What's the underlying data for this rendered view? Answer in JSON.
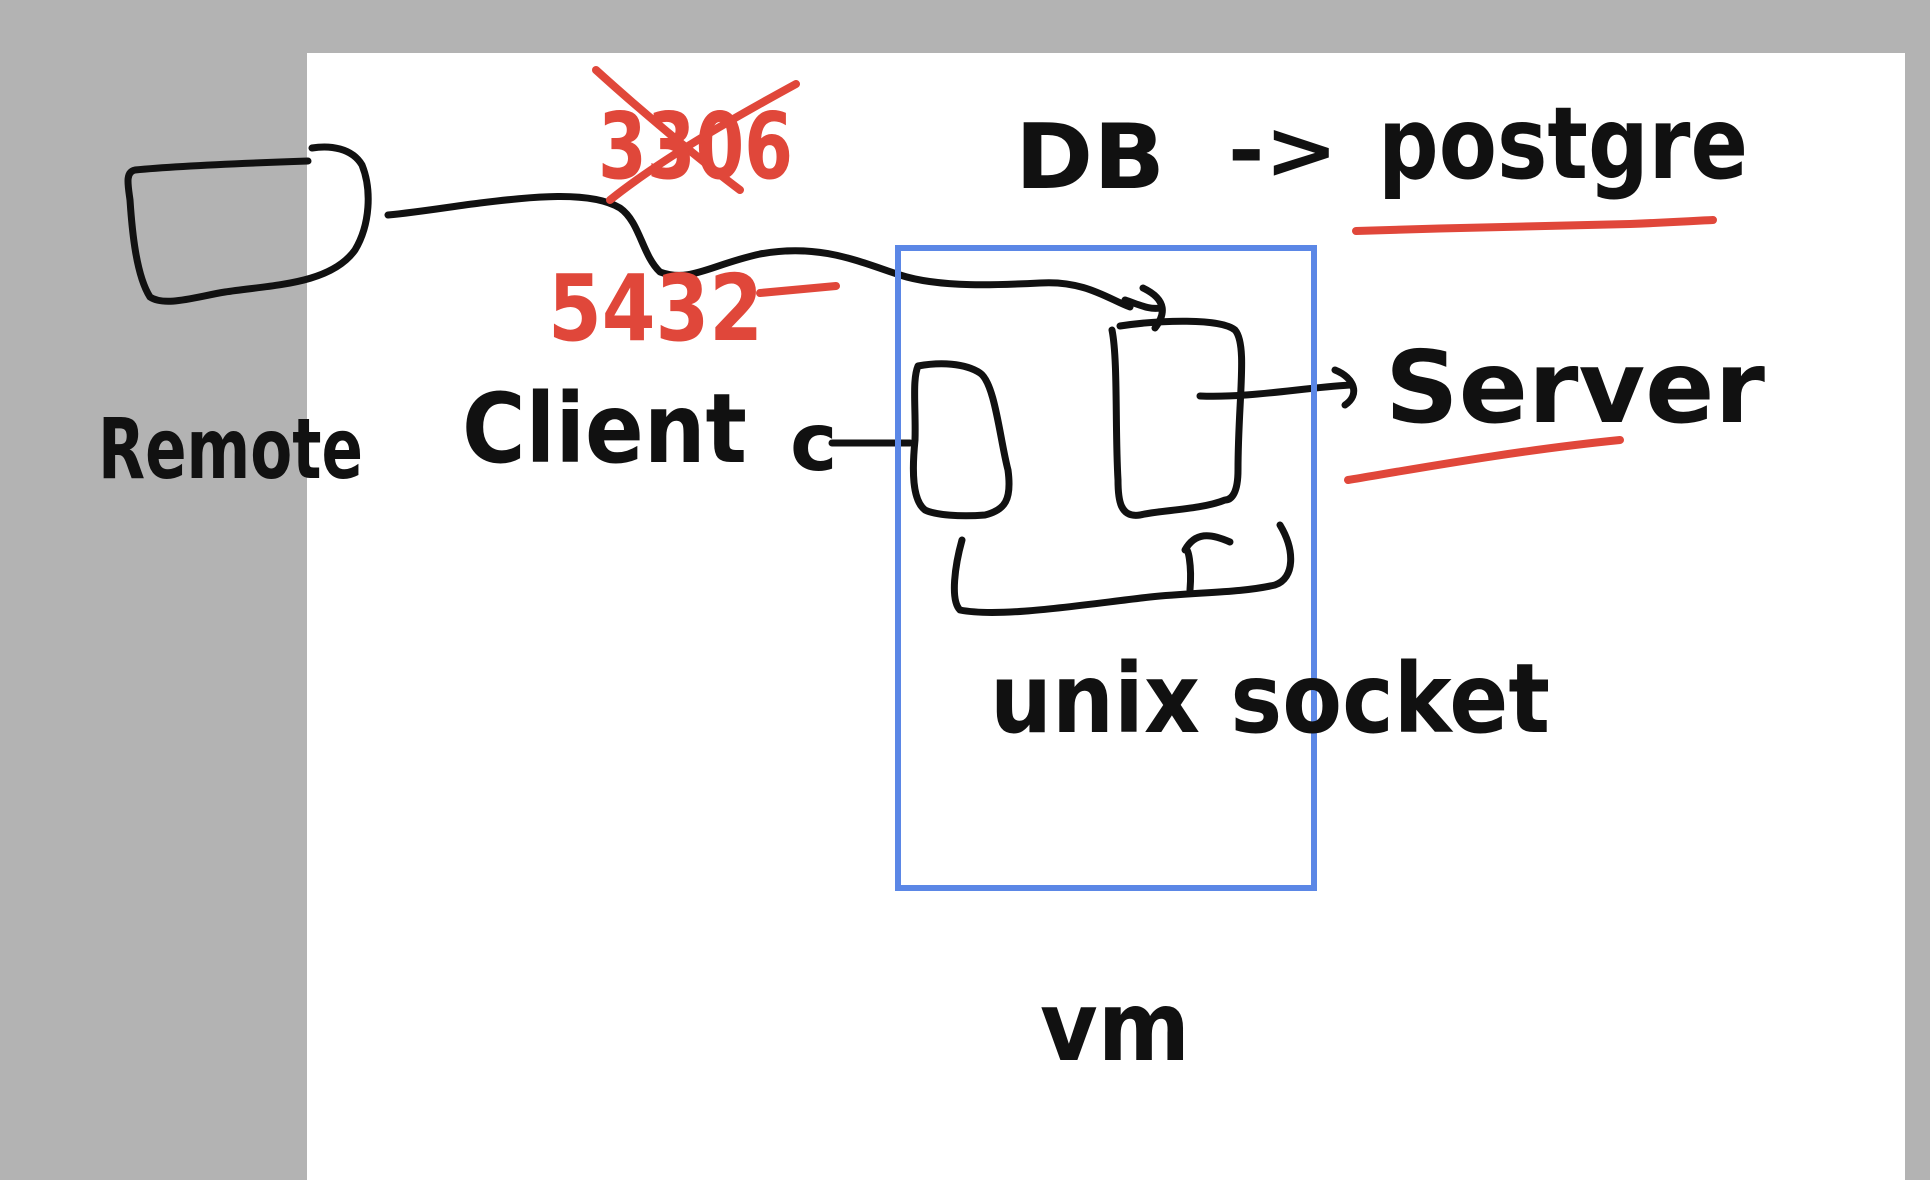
{
  "colors": {
    "background": "#b3b3b3",
    "paper": "#ffffff",
    "ink": "#111111",
    "red": "#e0473a",
    "box": "#5b87e6"
  },
  "labels": {
    "remote": "Remote",
    "client": "Client",
    "c": "c",
    "port_old": "3306",
    "port_new": "5432",
    "db": "DB",
    "arrow": "->",
    "postgre": "postgre",
    "server": "Server",
    "unix_socket": "unix socket",
    "vm": "vm"
  }
}
